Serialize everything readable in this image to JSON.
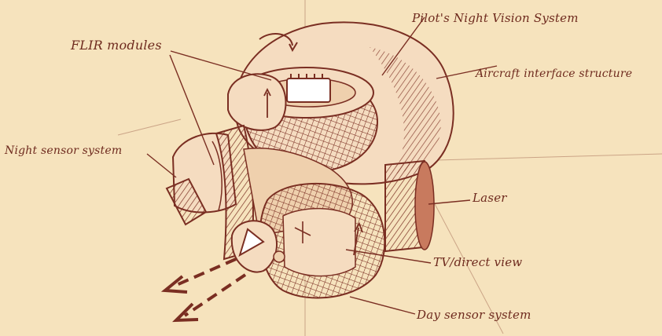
{
  "diagram": {
    "labels": {
      "pilots_night_vision_system": "Pilot's Night Vision System",
      "flir_modules": "FLIR modules",
      "aircraft_interface_structure": "Aircraft interface structure",
      "night_sensor_system": "Night sensor system",
      "laser": "Laser",
      "tv_direct_view": "TV/direct view",
      "day_sensor_system": "Day sensor system"
    },
    "colors": {
      "background": "#f6e3bd",
      "ink": "#7a2e22",
      "shade": "#b0604a",
      "light_body": "#f5dcc0"
    }
  }
}
